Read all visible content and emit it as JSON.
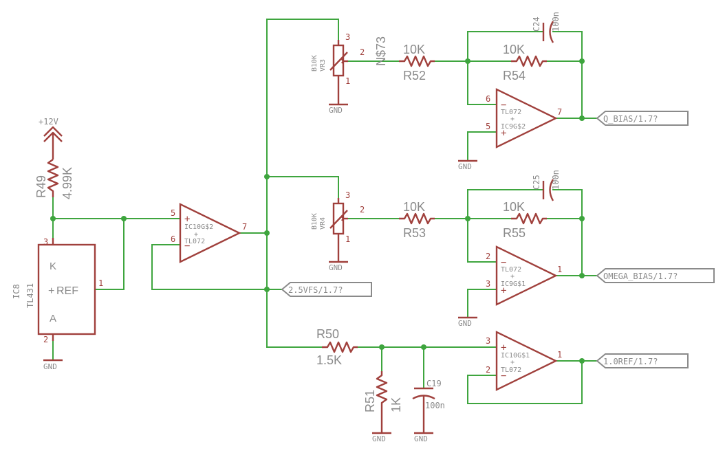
{
  "power": {
    "v12": "+12V"
  },
  "gnd": "GND",
  "components": {
    "r49": {
      "name": "R49",
      "value": "4.99K"
    },
    "r50": {
      "name": "R50",
      "value": "1.5K"
    },
    "r51": {
      "name": "R51",
      "value": "1K"
    },
    "r52": {
      "name": "R52",
      "value": "10K"
    },
    "r53": {
      "name": "R53",
      "value": "10K"
    },
    "r54": {
      "name": "R54",
      "value": "10K"
    },
    "r55": {
      "name": "R55",
      "value": "10K"
    },
    "c19": {
      "name": "C19",
      "value": "100n"
    },
    "c24": {
      "name": "C24",
      "value": "100n"
    },
    "c25": {
      "name": "C25",
      "value": "100n"
    },
    "vr3": {
      "name": "VR3",
      "value": "B10K"
    },
    "vr4": {
      "name": "VR4",
      "value": "B10K"
    },
    "ic8": {
      "name": "IC8",
      "value": "TL431",
      "pin_k": "K",
      "pin_ref": "REF",
      "pin_a": "A"
    },
    "ic10_2": {
      "name": "IC10G$2",
      "value": "TL072"
    },
    "ic10_1": {
      "name": "IC10G$1",
      "value": "TL072"
    },
    "ic9_2": {
      "name": "IC9G$2",
      "value": "TL072"
    },
    "ic9_1": {
      "name": "IC9G$1",
      "value": "TL072"
    }
  },
  "nets": {
    "n73": "N$73"
  },
  "labels": {
    "vfs": "2.5VFS/1.7?",
    "q_bias": "Q_BIAS/1.7?",
    "omega_bias": "OMEGA_BIAS/1.7?",
    "ref": "1.0REF/1.7?"
  },
  "pins": {
    "p1": "1",
    "p2": "2",
    "p3": "3",
    "p5": "5",
    "p6": "6",
    "p7": "7",
    "plus": "+",
    "minus": "−"
  }
}
